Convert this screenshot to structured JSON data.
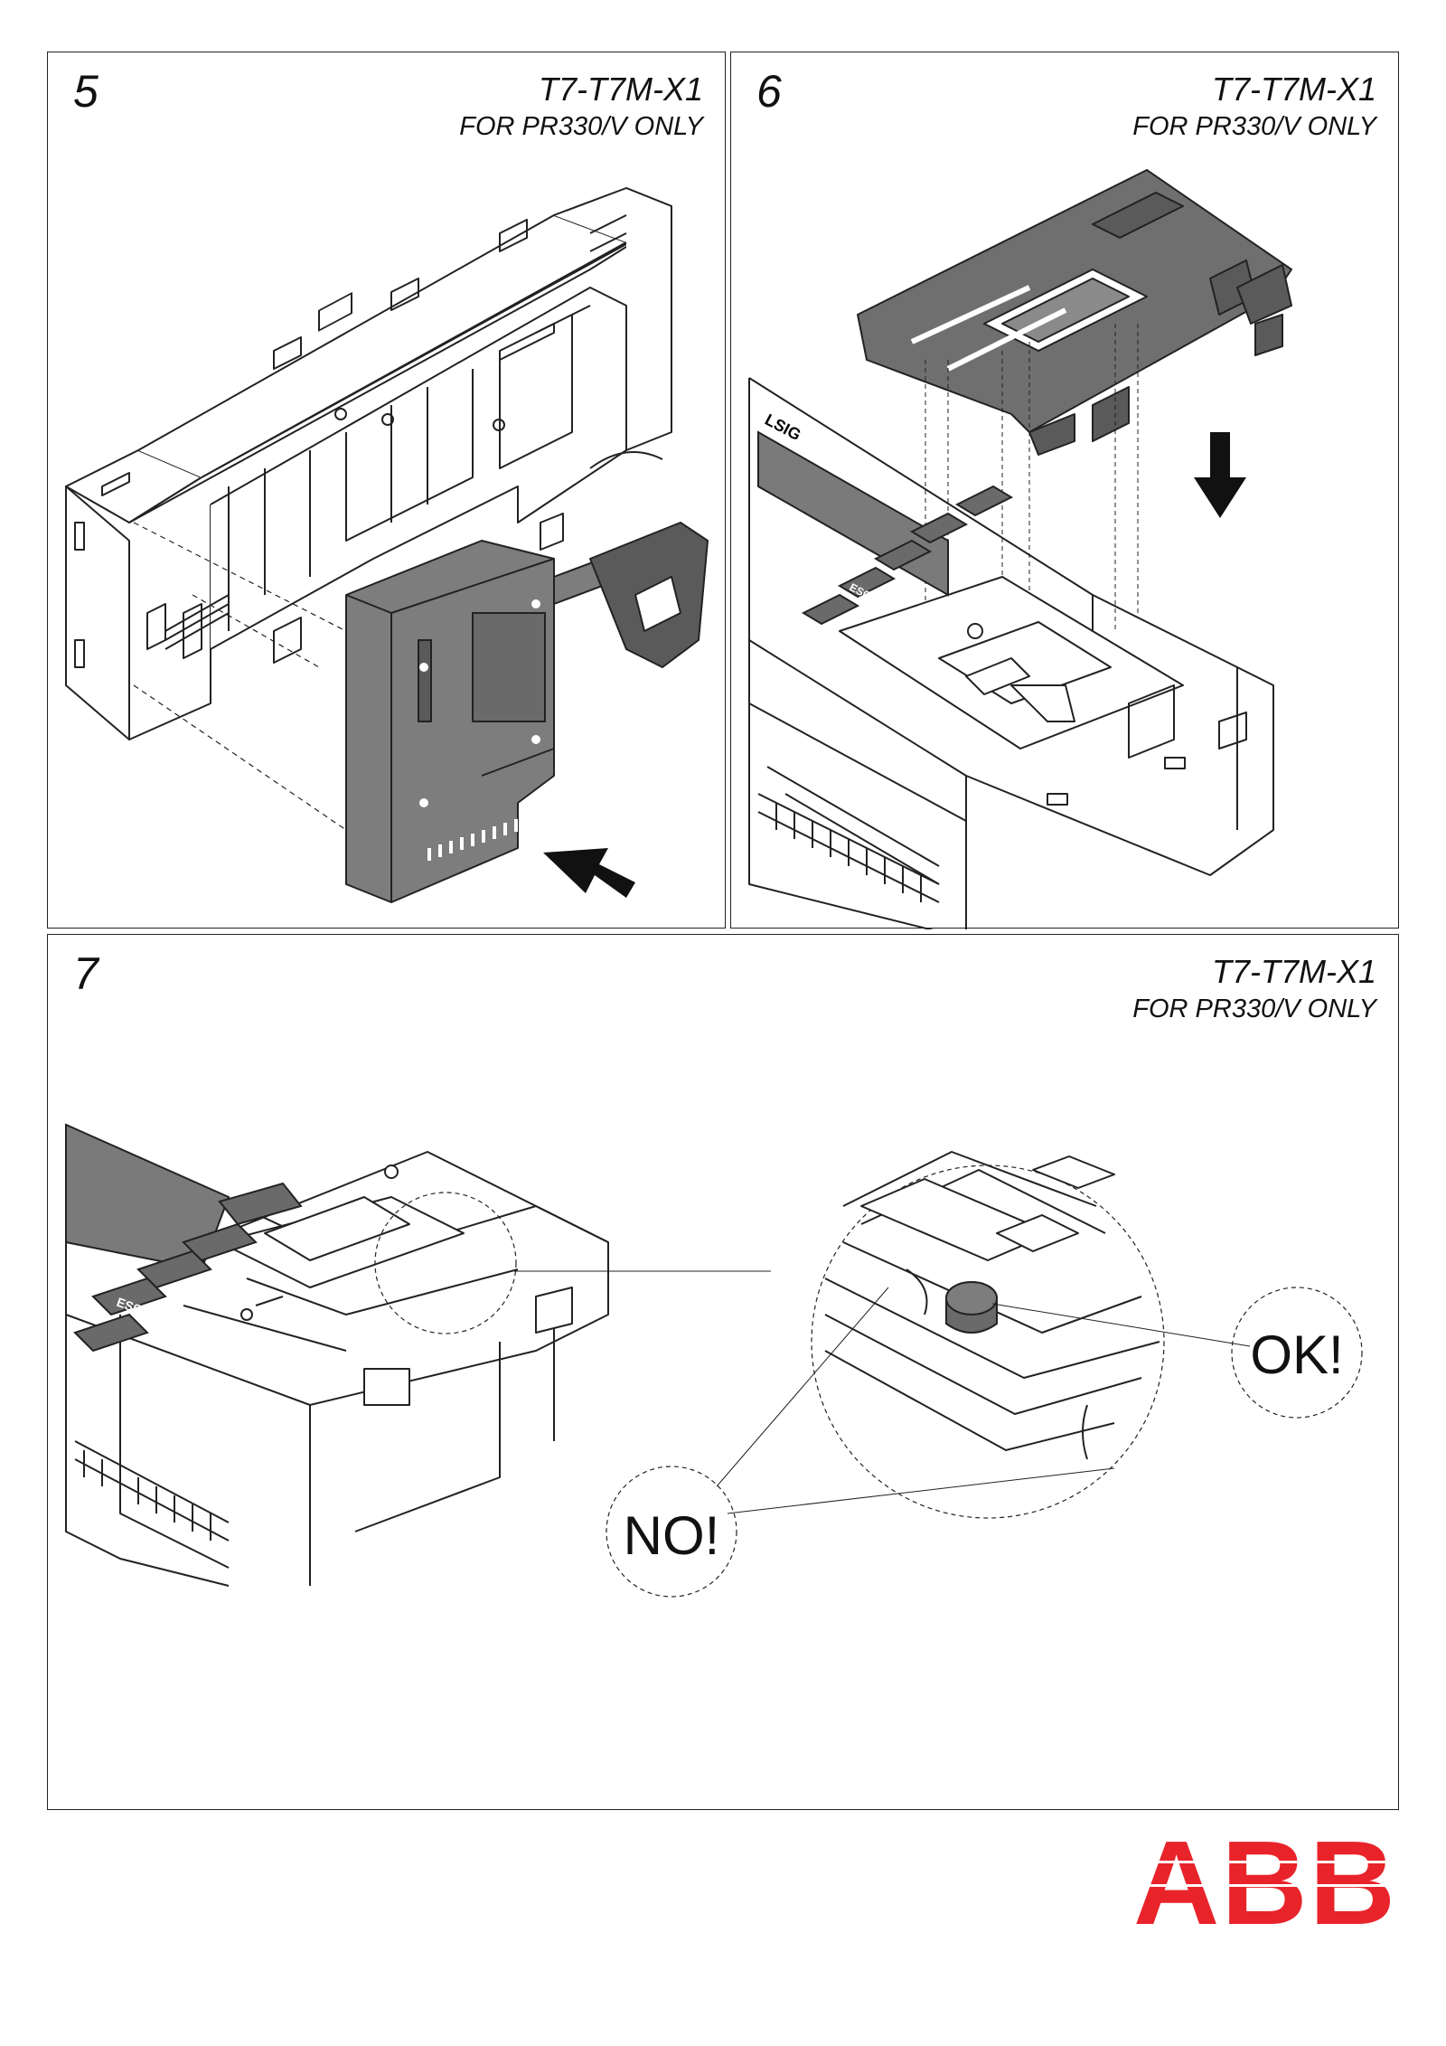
{
  "panels": [
    {
      "number": "5",
      "model": "T7-T7M-X1",
      "note": "FOR PR330/V ONLY"
    },
    {
      "number": "6",
      "model": "T7-T7M-X1",
      "note": "FOR PR330/V ONLY"
    },
    {
      "number": "7",
      "model": "T7-T7M-X1",
      "note": "FOR PR330/V ONLY"
    }
  ],
  "callouts": {
    "ok": "OK!",
    "no": "NO!"
  },
  "keypad": {
    "esc": "ESC",
    "display_text": "LSIG"
  },
  "logo": {
    "text": "ABB",
    "color": "#e8242a"
  },
  "colors": {
    "part_fill": "#7d7d7d",
    "part_dark": "#5a5a5a",
    "line": "#222222",
    "arrow": "#111111"
  }
}
